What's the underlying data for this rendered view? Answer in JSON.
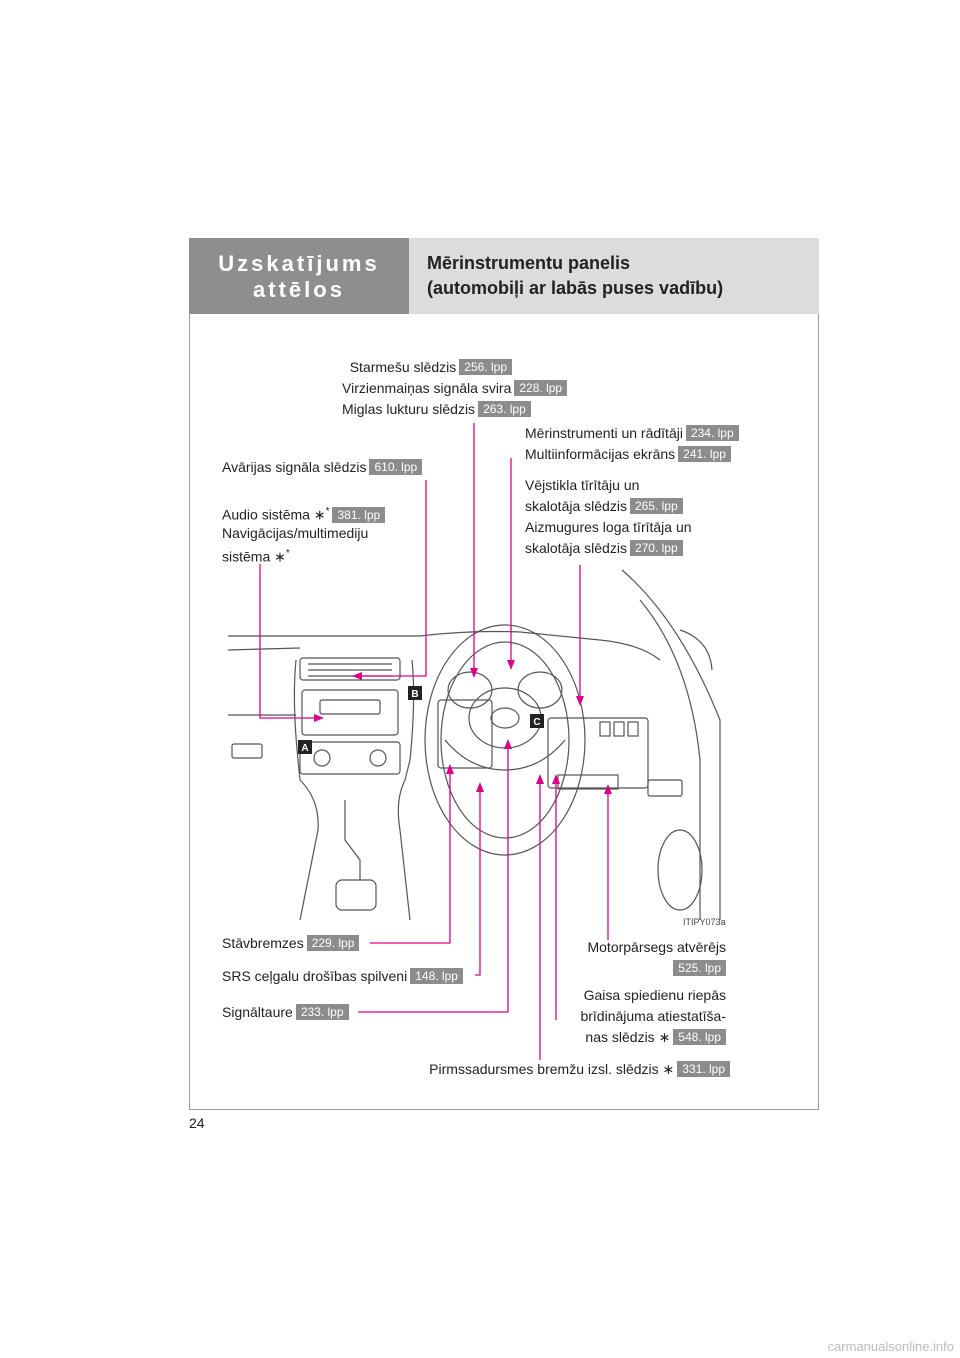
{
  "header": {
    "section": "Uzskatījums attēlos",
    "title_line1": "Mērinstrumentu panelis",
    "title_line2": "(automobiļi ar labās puses vadību)"
  },
  "callouts": {
    "headlight_switch": {
      "label": "Starmešu slēdzis",
      "page": "256. lpp"
    },
    "turn_signal_lever": {
      "label": "Virzienmaiņas signāla svira",
      "page": "228. lpp"
    },
    "fog_light_switch": {
      "label": "Miglas lukturu slēdzis",
      "page": "263. lpp"
    },
    "gauges_meters": {
      "label": "Mērinstrumenti un rādītāji",
      "page": "234. lpp"
    },
    "multi_info_display": {
      "label": "Multiinformācijas ekrāns",
      "page": "241. lpp"
    },
    "hazard_switch": {
      "label": "Avārijas signāla slēdzis",
      "page": "610. lpp"
    },
    "audio_system": {
      "label": "Audio sistēma ∗",
      "asterisk": "*",
      "page": "381. lpp"
    },
    "navigation_line1": "Navigācijas/multimediju",
    "navigation_line2": "sistēma ∗",
    "navigation_asterisk": "*",
    "wiper_line1": "Vējstikla tīrītāju un",
    "wiper_line2": {
      "label": "skalotāja slēdzis",
      "page": "265. lpp"
    },
    "rear_wiper_line1": "Aizmugures loga tīrītāja un",
    "rear_wiper_line2": {
      "label": "skalotāja slēdzis",
      "page": "270. lpp"
    },
    "parking_brake": {
      "label": "Stāvbremzes",
      "page": "229. lpp"
    },
    "srs_knee_airbags": {
      "label": "SRS ceļgalu drošības spilveni",
      "page": "148. lpp"
    },
    "horn": {
      "label": "Signāltaure",
      "page": "233. lpp"
    },
    "hood_release": {
      "label": "Motorpārsegs atvērējs",
      "page": "525. lpp"
    },
    "tire_pressure_line1": "Gaisa spiedienu riepās",
    "tire_pressure_line2": "brīdinājuma atiestatīša-",
    "tire_pressure_line3": {
      "label": "nas slēdzis ∗",
      "page": "548. lpp"
    },
    "pre_crash_brake": {
      "label": "Pirmssadursmes bremžu izsl. slēdzis ∗",
      "page": "331. lpp"
    }
  },
  "figure_markers": [
    "A",
    "B",
    "C"
  ],
  "figure_code": "ITIPY073a",
  "page_number": "24",
  "watermark": "carmanualsonline.info",
  "colors": {
    "leader_lines": "#e0008a",
    "header_dark": "#8e8e8e",
    "header_light": "#dcdcdc",
    "badge": "#8c8c8c"
  }
}
